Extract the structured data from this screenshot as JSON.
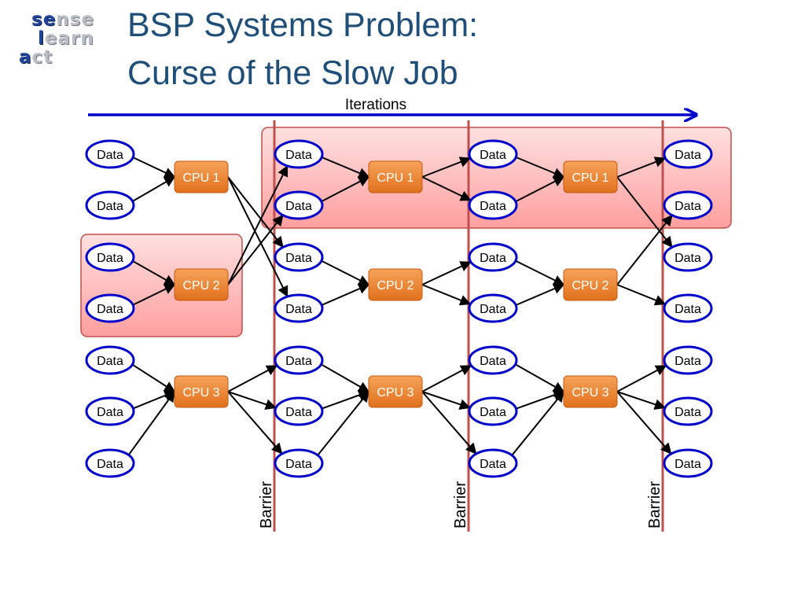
{
  "logo": {
    "line1_hl": "se",
    "line1_rest": "nse",
    "line2_hl": "l",
    "line2_rest": "earn",
    "line3_hl": "a",
    "line3_rest": "ct"
  },
  "title": {
    "line1": "BSP Systems Problem:",
    "line2": "Curse of the Slow Job"
  },
  "diagram": {
    "iterations_label": "Iterations",
    "data_label": "Data",
    "cpu_labels": [
      "CPU 1",
      "CPU 2",
      "CPU 3"
    ],
    "barrier_label": "Barrier",
    "columns": 4,
    "rows": 7,
    "edges_in": [
      [
        0,
        0
      ],
      [
        1,
        0
      ],
      [
        2,
        1
      ],
      [
        3,
        1
      ],
      [
        4,
        2
      ],
      [
        5,
        2
      ],
      [
        6,
        2
      ]
    ],
    "edges_out": [
      [
        [
          0,
          2
        ],
        [
          0,
          3
        ],
        [
          1,
          0
        ],
        [
          1,
          1
        ],
        [
          2,
          4
        ],
        [
          2,
          5
        ],
        [
          2,
          6
        ]
      ],
      [
        [
          0,
          0
        ],
        [
          0,
          1
        ],
        [
          1,
          2
        ],
        [
          1,
          3
        ],
        [
          2,
          4
        ],
        [
          2,
          5
        ],
        [
          2,
          6
        ]
      ],
      [
        [
          0,
          0
        ],
        [
          0,
          2
        ],
        [
          1,
          1
        ],
        [
          1,
          3
        ],
        [
          2,
          4
        ],
        [
          2,
          5
        ],
        [
          2,
          6
        ]
      ]
    ],
    "colors": {
      "title": "#1f4e79",
      "arrow": "#0000cc",
      "ellipse": "#0000cc",
      "cpu": "#ee8027",
      "barrier": "#c0504d",
      "highlight_fill": "#ffb6b6"
    }
  }
}
